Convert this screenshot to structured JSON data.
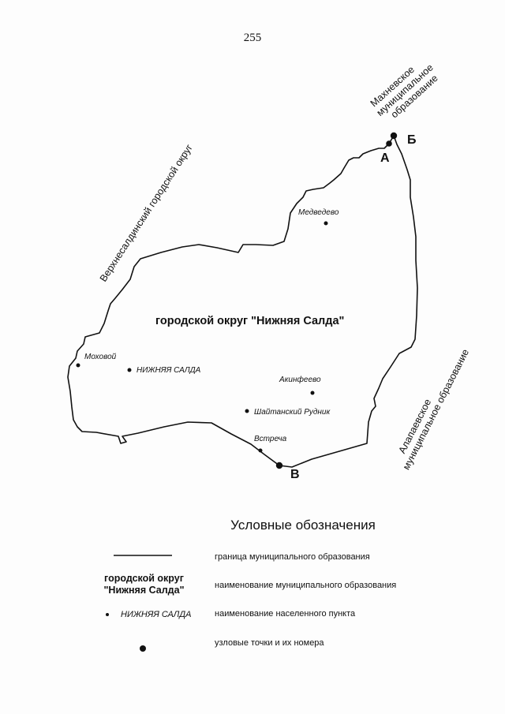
{
  "page_number": "255",
  "map": {
    "district_name": "городской округ \"Нижняя Салда\"",
    "neighbors": {
      "west": "Верхнесалдинский городской округ",
      "northeast": [
        "Махневское",
        "муниципальное",
        "образование"
      ],
      "southeast": [
        "Алапаевское",
        "муниципальное образование"
      ]
    },
    "settlements": [
      {
        "name": "Медведево",
        "style": "italic"
      },
      {
        "name": "Моховой",
        "style": "italic"
      },
      {
        "name": "НИЖНЯЯ САЛДА",
        "style": "italic"
      },
      {
        "name": "Акинфеево",
        "style": "italic"
      },
      {
        "name": "Шайтанский Рудник",
        "style": "italic"
      },
      {
        "name": "Встреча",
        "style": "italic"
      }
    ],
    "nodes": [
      {
        "label": "А"
      },
      {
        "label": "Б"
      },
      {
        "label": "В"
      }
    ]
  },
  "legend": {
    "title": "Условные обозначения",
    "items": [
      {
        "symbol": "line",
        "text": "граница муниципального образования"
      },
      {
        "symbol": "district-name",
        "sample": [
          "городской округ",
          "\"Нижняя Салда\""
        ],
        "text": "наименование муниципального образования"
      },
      {
        "symbol": "settlement-dot",
        "sample": "НИЖНЯЯ САЛДА",
        "text": "наименование населенного пункта"
      },
      {
        "symbol": "node-dot",
        "text": "узловые точки и их номера"
      }
    ]
  }
}
